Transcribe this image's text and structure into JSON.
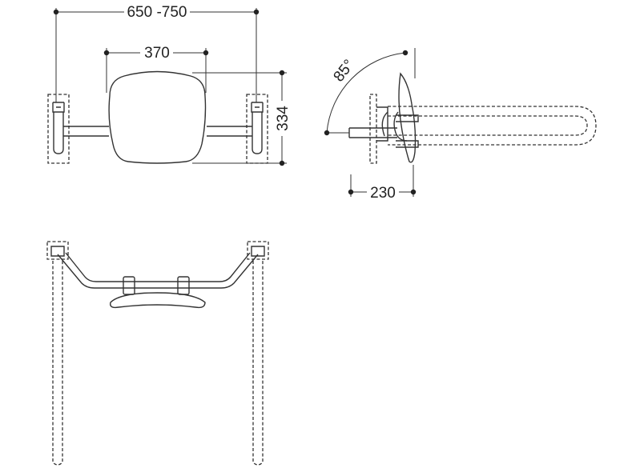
{
  "dimensions": {
    "overall_width": "650 -750",
    "backrest_width": "370",
    "backrest_height": "334",
    "projection": "230",
    "angle": "85°"
  }
}
